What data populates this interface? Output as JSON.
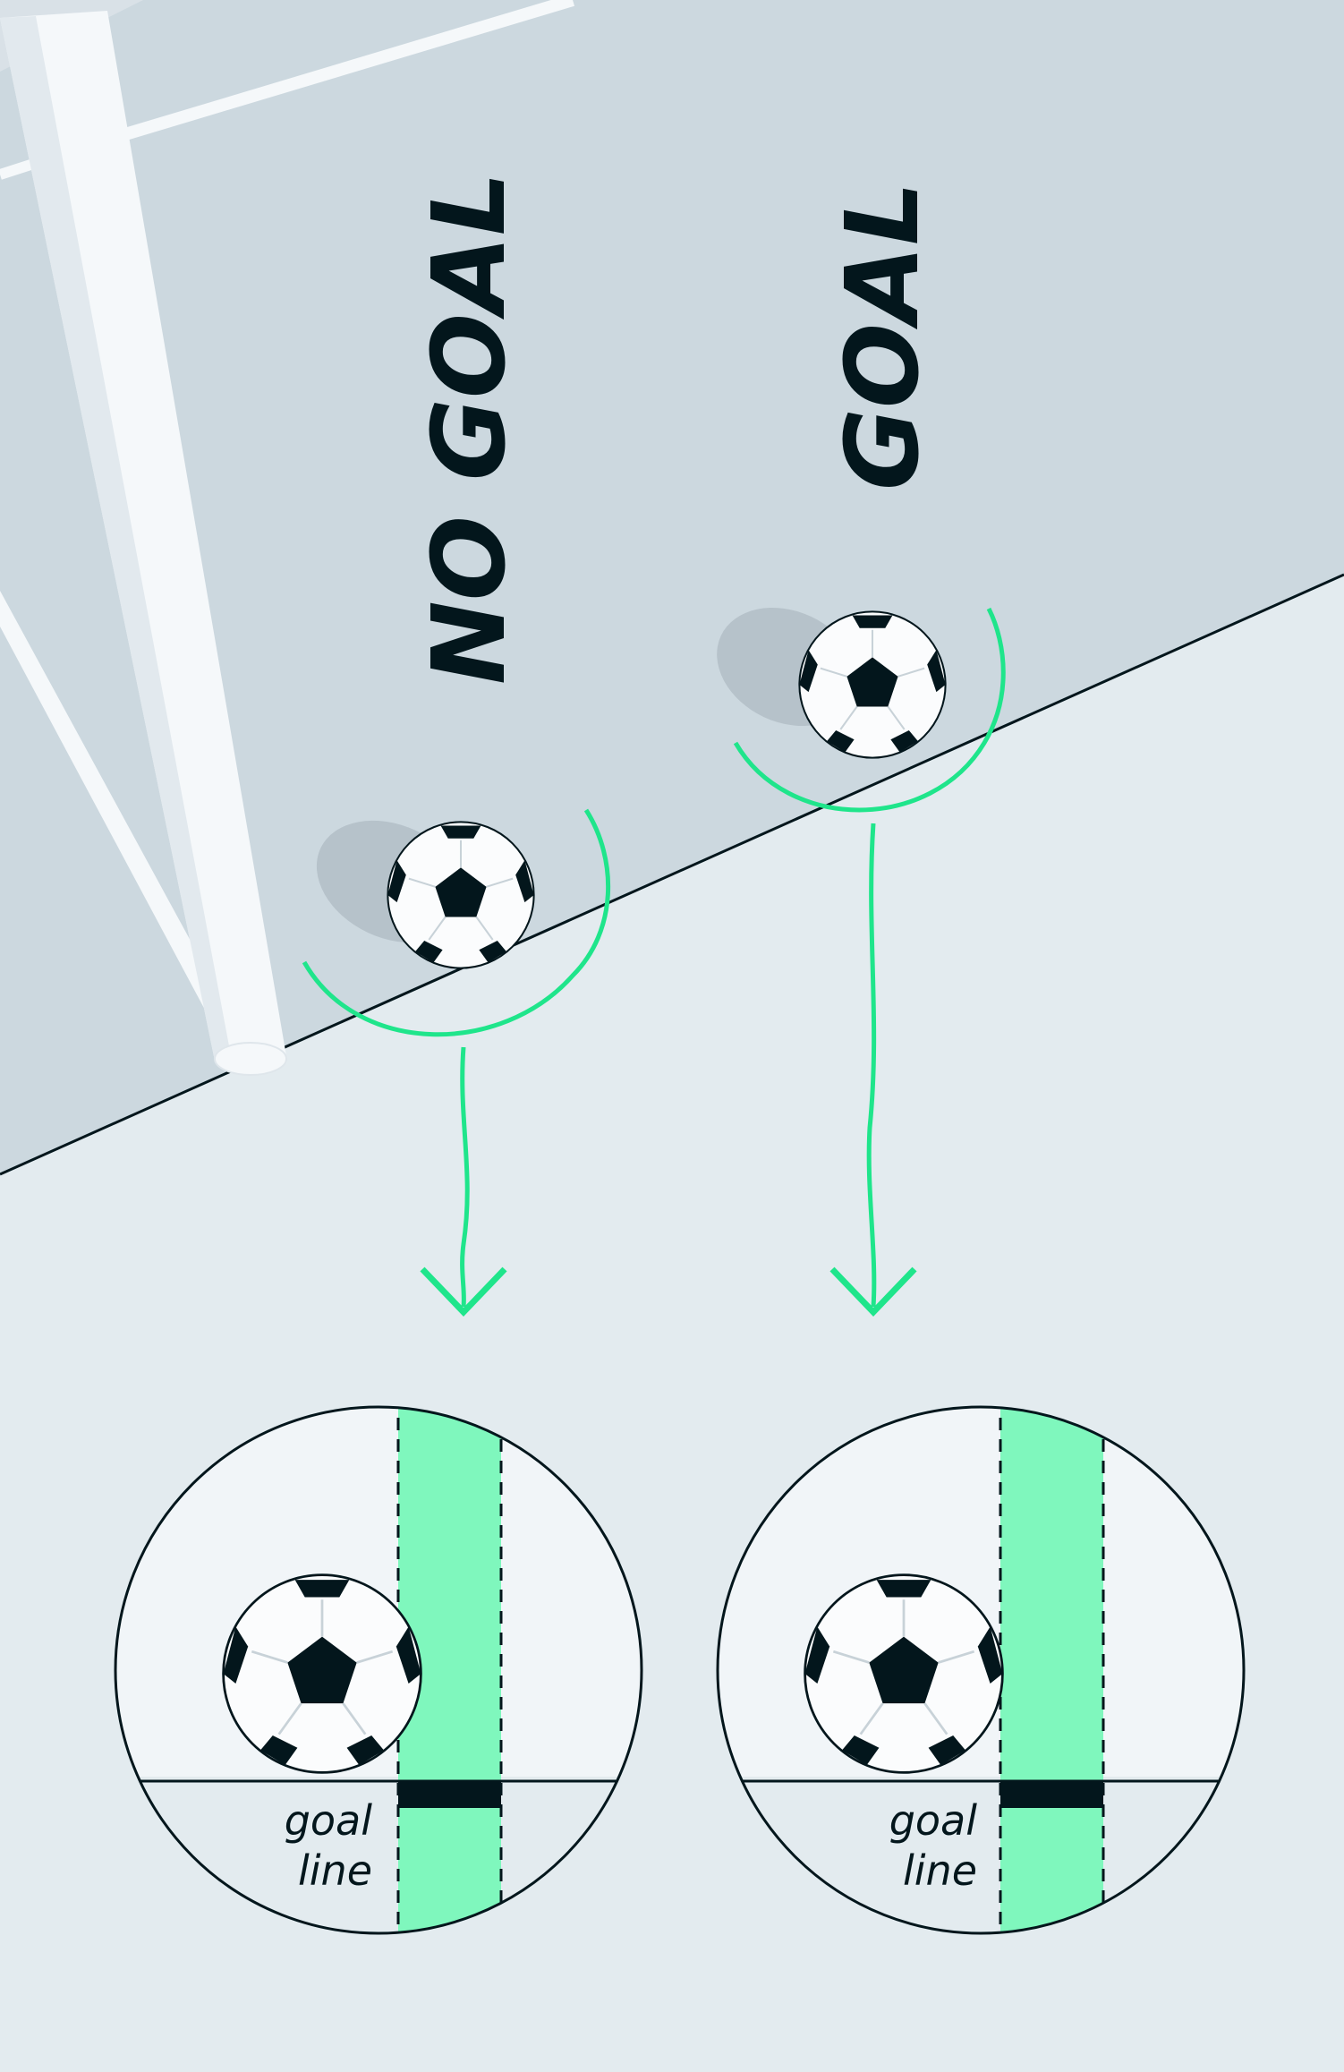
{
  "colors": {
    "pitch_outside": "#e3ebef",
    "pitch_inside": "#ccd8df",
    "post": "#f5f8fa",
    "line": "#03161c",
    "accent": "#1fe58b",
    "accent_fill": "#7ff7bd",
    "panel_light": "#f1f5f8"
  },
  "labels": {
    "no_goal": "NO GOAL",
    "goal": "GOAL",
    "goal_line_1": "goal",
    "goal_line_2": "line"
  },
  "icons": {
    "ball": "soccer-ball-icon",
    "arrow": "arrow-down-icon"
  }
}
